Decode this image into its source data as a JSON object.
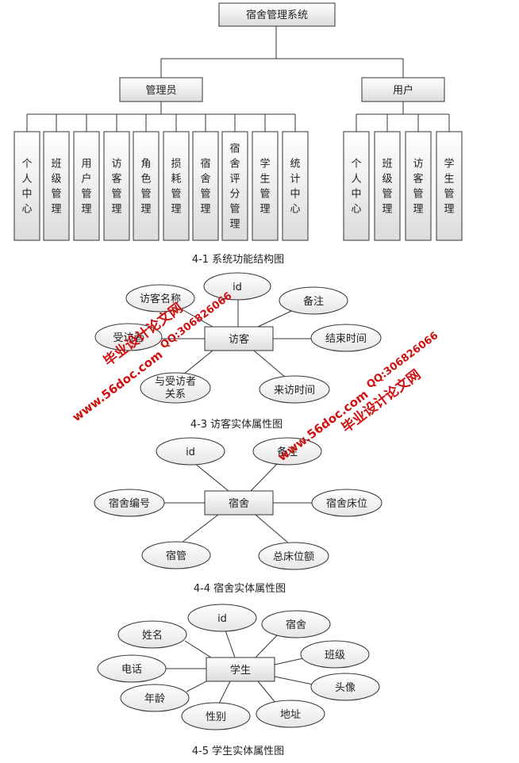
{
  "structure_chart": {
    "root": "宿舍管理系统",
    "admin_label": "管理员",
    "user_label": "用户",
    "admin_modules": [
      "个人中心",
      "班级管理",
      "用户管理",
      "访客管理",
      "角色管理",
      "损耗管理",
      "宿舍管理",
      "宿舍评分管理",
      "学生管理",
      "统计中心"
    ],
    "user_modules": [
      "个人中心",
      "班级管理",
      "访客管理",
      "学生管理"
    ],
    "caption": "4-1  系统功能结构图"
  },
  "visitor_er": {
    "entity": "访客",
    "attributes": [
      "id",
      "访客名称",
      "备注",
      "受访者",
      "结束时间",
      "与受访者关系",
      "来访时间"
    ],
    "caption": "4-3 访客实体属性图"
  },
  "dorm_er": {
    "entity": "宿舍",
    "attributes": [
      "id",
      "备注",
      "宿舍编号",
      "宿舍床位",
      "宿管",
      "总床位额"
    ],
    "caption": "4-4 宿舍实体属性图"
  },
  "student_er": {
    "entity": "学生",
    "attributes": [
      "id",
      "姓名",
      "宿舍",
      "班级",
      "电话",
      "头像",
      "年龄",
      "地址",
      "性别"
    ],
    "caption": "4-5 学生实体属性图"
  },
  "watermarks": {
    "site": "www.56doc.com",
    "qq": "QQ:306826066",
    "brand": "毕业设计论文网"
  },
  "colors": {
    "line": "#333333",
    "box_fill_top": "#ffffff",
    "box_fill_bottom": "#dedede",
    "watermark": "#d01010"
  }
}
